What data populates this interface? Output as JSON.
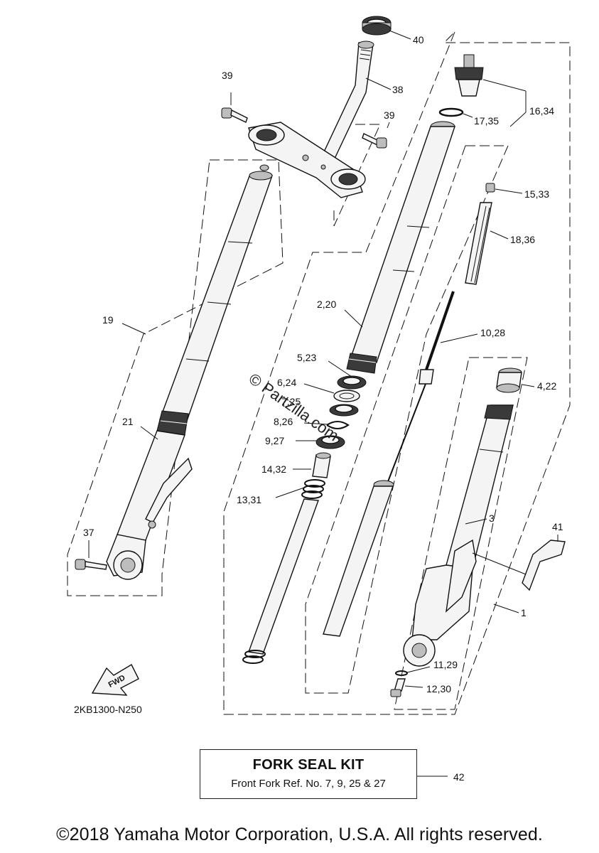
{
  "diagram_code": "2KB1300-N250",
  "watermark": "© Partzilla.com",
  "fwd_label": "FWD",
  "kit": {
    "title": "FORK SEAL KIT",
    "subtitle": "Front Fork Ref. No. 7, 9, 25 & 27",
    "ref": "42"
  },
  "copyright": "©2018 Yamaha Motor Corporation, U.S.A. All rights reserved.",
  "callouts": {
    "c40": "40",
    "c38": "38",
    "c39a": "39",
    "c39b": "39",
    "c16": "16,34",
    "c17": "17,35",
    "c15": "15,33",
    "c18": "18,36",
    "c19": "19",
    "c2": "2,20",
    "c10": "10,28",
    "c5": "5,23",
    "c6": "6,24",
    "c7": "7,25",
    "c8": "8,26",
    "c9": "9,27",
    "c4": "4,22",
    "c21": "21",
    "c14": "14,32",
    "c13": "13,31",
    "c3": "3",
    "c41": "41",
    "c37": "37",
    "c1": "1",
    "c11": "11,29",
    "c12": "12,30"
  }
}
